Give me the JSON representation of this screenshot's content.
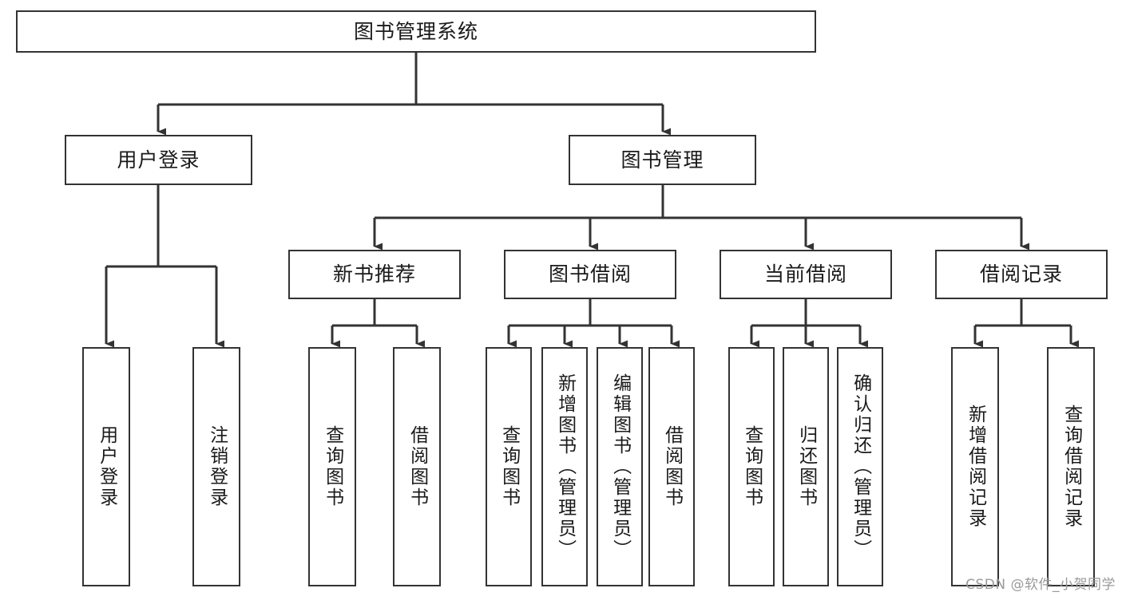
{
  "diagram": {
    "title": "图书管理系统",
    "type": "tree-hierarchy-chart",
    "root": {
      "id": "root",
      "label": "图书管理系统",
      "orientation": "horizontal"
    },
    "level2": [
      {
        "id": "user-login",
        "label": "用户登录",
        "orientation": "horizontal"
      },
      {
        "id": "book-management",
        "label": "图书管理",
        "orientation": "horizontal"
      }
    ],
    "level3": [
      {
        "id": "new-book-recommend",
        "label": "新书推荐",
        "orientation": "horizontal",
        "parent": "book-management"
      },
      {
        "id": "book-borrow",
        "label": "图书借阅",
        "orientation": "horizontal",
        "parent": "book-management"
      },
      {
        "id": "current-borrow",
        "label": "当前借阅",
        "orientation": "horizontal",
        "parent": "book-management"
      },
      {
        "id": "borrow-record",
        "label": "借阅记录",
        "orientation": "horizontal",
        "parent": "book-management"
      }
    ],
    "leaves": {
      "user_login": [
        {
          "id": "leaf-user-login",
          "label": "用户登录",
          "orientation": "vertical"
        },
        {
          "id": "leaf-logout-login",
          "label": "注销登录",
          "orientation": "vertical"
        }
      ],
      "new_book_recommend": [
        {
          "id": "leaf-query-book-1",
          "label": "查询图书",
          "orientation": "vertical"
        },
        {
          "id": "leaf-borrow-book-1",
          "label": "借阅图书",
          "orientation": "vertical"
        }
      ],
      "book_borrow": [
        {
          "id": "leaf-query-book-2",
          "label": "查询图书",
          "orientation": "vertical"
        },
        {
          "id": "leaf-add-book",
          "label": "新增图书（管理员）",
          "orientation": "vertical"
        },
        {
          "id": "leaf-edit-book",
          "label": "编辑图书（管理员）",
          "orientation": "vertical"
        },
        {
          "id": "leaf-borrow-book-2",
          "label": "借阅图书",
          "orientation": "vertical"
        }
      ],
      "current_borrow": [
        {
          "id": "leaf-query-book-3",
          "label": "查询图书",
          "orientation": "vertical"
        },
        {
          "id": "leaf-return-book",
          "label": "归还图书",
          "orientation": "vertical"
        },
        {
          "id": "leaf-confirm-return",
          "label": "确认归还（管理员）",
          "orientation": "vertical"
        }
      ],
      "borrow_record": [
        {
          "id": "leaf-add-borrow-record",
          "label": "新增借阅记录",
          "orientation": "vertical"
        },
        {
          "id": "leaf-query-borrow-record",
          "label": "查询借阅记录",
          "orientation": "vertical"
        }
      ]
    },
    "colors": {
      "border": "#333333",
      "background": "#ffffff",
      "text": "#1a1a1a",
      "edge": "#333333",
      "watermark": "#9a9a9a"
    }
  },
  "watermark": {
    "text": "CSDN @软件_小贺同学"
  }
}
